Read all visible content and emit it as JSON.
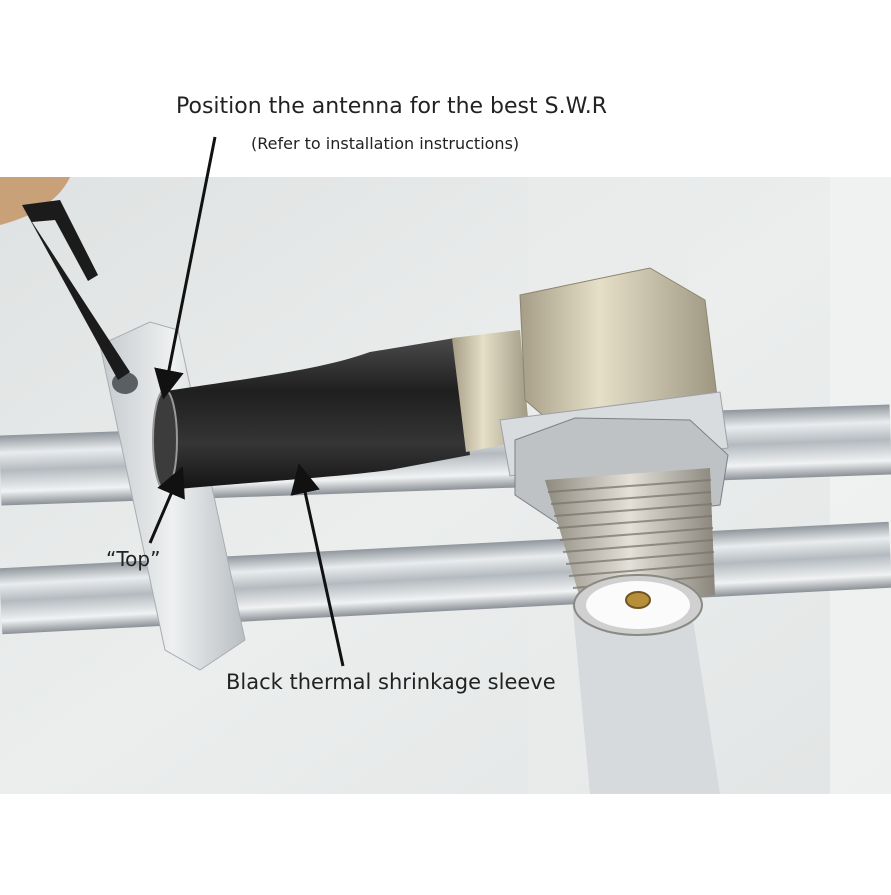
{
  "annotations": {
    "title": "Position the antenna for the best S.W.R",
    "subtitle": "(Refer to installation instructions)",
    "top_label": "“Top”",
    "sleeve_label": "Black thermal shrinkage sleeve"
  },
  "colors": {
    "background": "#ffffff",
    "photo_backdrop": "#e6e8e8",
    "aluminum": "#c8ccd0",
    "brass_nickel": "#cfc6a8",
    "sleeve": "#2a2a2a",
    "text": "#222222"
  }
}
